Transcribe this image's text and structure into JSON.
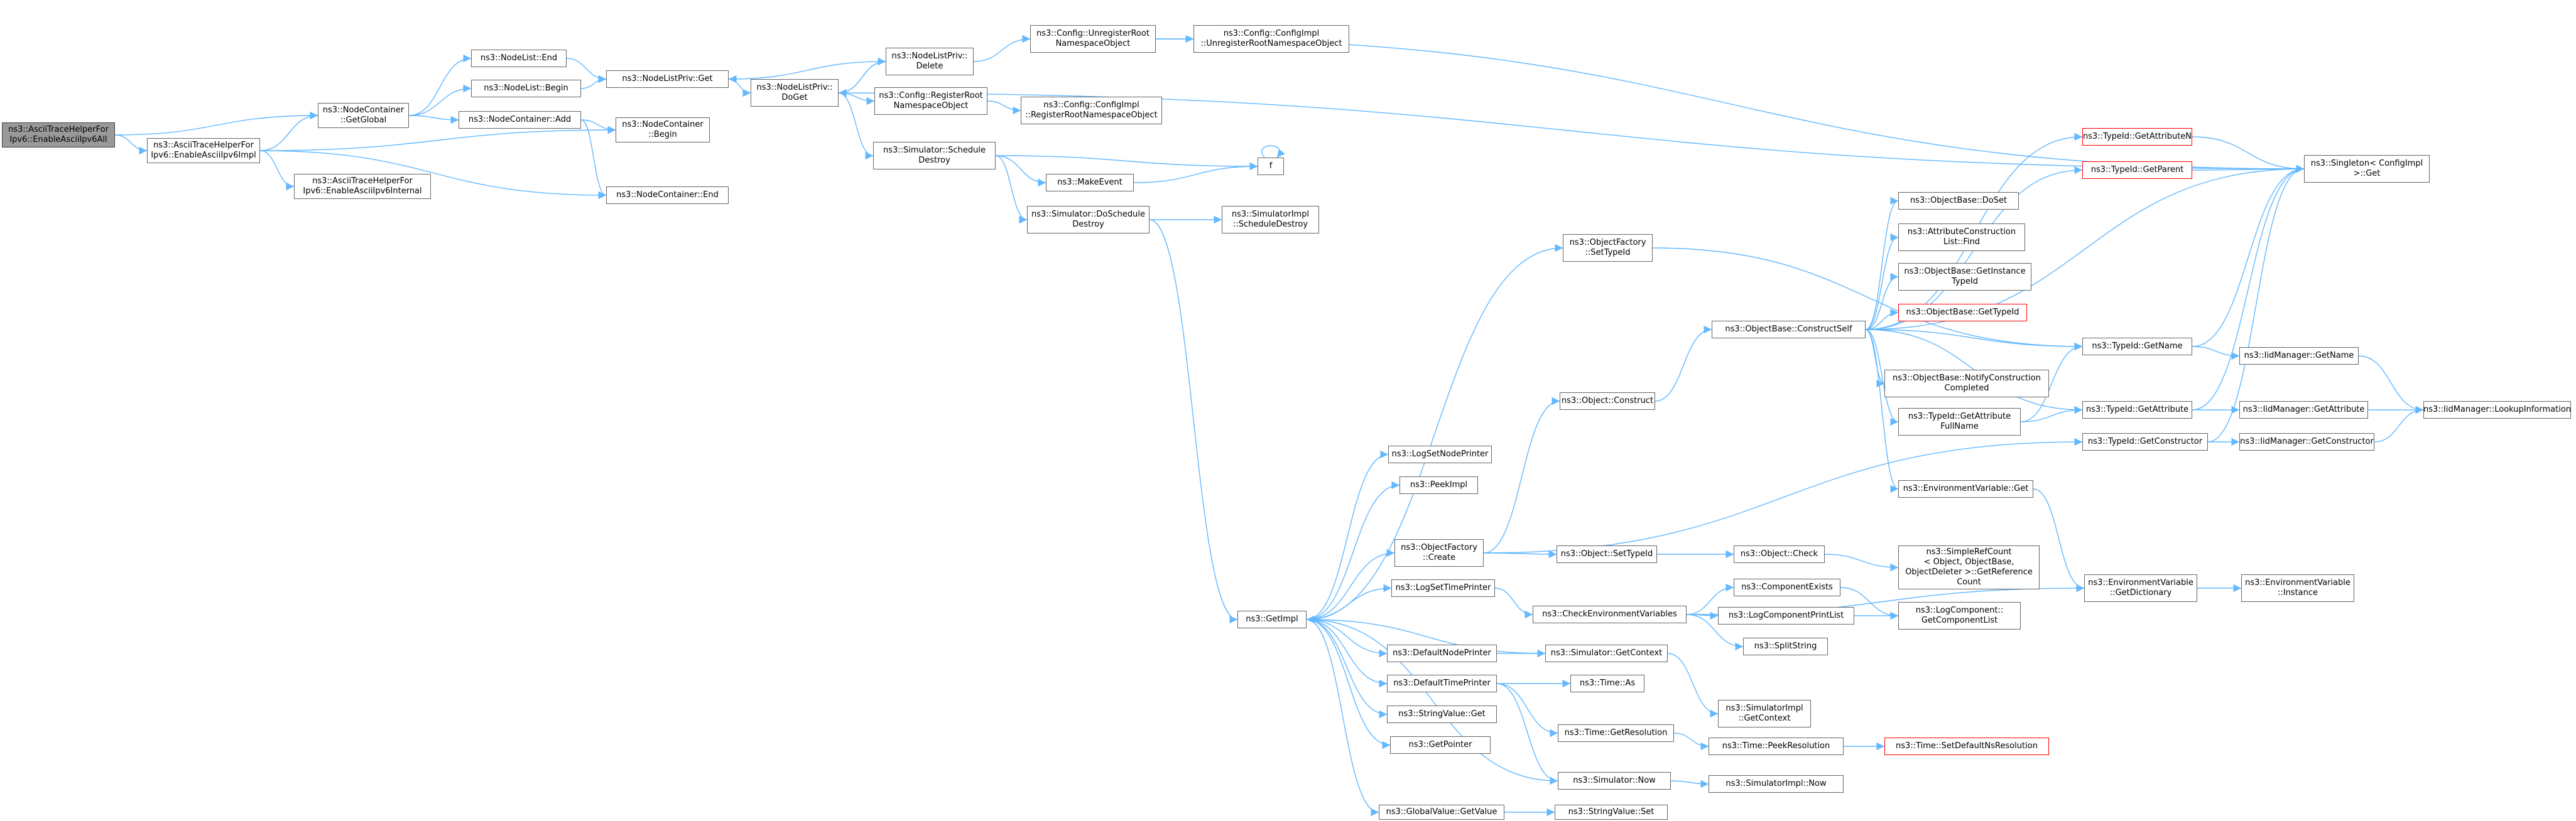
{
  "graph": {
    "colors": {
      "edge": "#63b8ff",
      "node_border": "#666666",
      "root_fill": "#999999",
      "truncated_border": "#ff0000"
    },
    "nodes": {
      "root": {
        "lines": [
          "ns3::AsciiTraceHelperFor",
          "Ipv6::EnableAsciiIpv6All"
        ],
        "kind": "root"
      },
      "enableAsciiIpv6Impl": {
        "lines": [
          "ns3::AsciiTraceHelperFor",
          "Ipv6::EnableAsciiIpv6Impl"
        ]
      },
      "enableAsciiIpv6Internal": {
        "lines": [
          "ns3::AsciiTraceHelperFor",
          "Ipv6::EnableAsciiIpv6Internal"
        ]
      },
      "nodeContainerGetGlobal": {
        "lines": [
          "ns3::NodeContainer",
          "::GetGlobal"
        ]
      },
      "nodeContainerAdd": {
        "lines": [
          "ns3::NodeContainer::Add"
        ]
      },
      "nodeContainerBegin": {
        "lines": [
          "ns3::NodeContainer",
          "::Begin"
        ]
      },
      "nodeContainerEnd": {
        "lines": [
          "ns3::NodeContainer::End"
        ]
      },
      "nodeListEnd": {
        "lines": [
          "ns3::NodeList::End"
        ]
      },
      "nodeListBegin": {
        "lines": [
          "ns3::NodeList::Begin"
        ]
      },
      "nodeListPrivGet": {
        "lines": [
          "ns3::NodeListPriv::Get"
        ]
      },
      "nodeListPrivDoGet": {
        "lines": [
          "ns3::NodeListPriv::",
          "DoGet"
        ]
      },
      "nodeListPrivDelete": {
        "lines": [
          "ns3::NodeListPriv::",
          "Delete"
        ]
      },
      "configUnregisterRoot": {
        "lines": [
          "ns3::Config::UnregisterRoot",
          "NamespaceObject"
        ]
      },
      "configImplUnregister": {
        "lines": [
          "ns3::Config::ConfigImpl",
          "::UnregisterRootNamespaceObject"
        ]
      },
      "configRegisterRoot": {
        "lines": [
          "ns3::Config::RegisterRoot",
          "NamespaceObject"
        ]
      },
      "configImplRegister": {
        "lines": [
          "ns3::Config::ConfigImpl",
          "::RegisterRootNamespaceObject"
        ]
      },
      "simulatorScheduleDestroy": {
        "lines": [
          "ns3::Simulator::Schedule",
          "Destroy"
        ]
      },
      "makeEvent": {
        "lines": [
          "ns3::MakeEvent"
        ]
      },
      "f": {
        "lines": [
          "f"
        ]
      },
      "simulatorDoScheduleDestroy": {
        "lines": [
          "ns3::Simulator::DoSchedule",
          "Destroy"
        ]
      },
      "simulatorImplScheduleDestroy": {
        "lines": [
          "ns3::SimulatorImpl",
          "::ScheduleDestroy"
        ]
      },
      "singletonGet": {
        "lines": [
          "ns3::Singleton< ConfigImpl",
          " >::Get"
        ]
      },
      "typeIdGetAttributeN": {
        "lines": [
          "ns3::TypeId::GetAttributeN"
        ],
        "kind": "truncated"
      },
      "typeIdGetParent": {
        "lines": [
          "ns3::TypeId::GetParent"
        ],
        "kind": "truncated"
      },
      "objectFactorySetTypeId": {
        "lines": [
          "ns3::ObjectFactory",
          "::SetTypeId"
        ]
      },
      "objectBaseDoSet": {
        "lines": [
          "ns3::ObjectBase::DoSet"
        ]
      },
      "attributeConstructionListFind": {
        "lines": [
          "ns3::AttributeConstruction",
          "List::Find"
        ]
      },
      "objectBaseGetInstanceTypeId": {
        "lines": [
          "ns3::ObjectBase::GetInstance",
          "TypeId"
        ]
      },
      "objectBaseGetTypeId": {
        "lines": [
          "ns3::ObjectBase::GetTypeId"
        ],
        "kind": "truncated"
      },
      "objectBaseConstructSelf": {
        "lines": [
          "ns3::ObjectBase::ConstructSelf"
        ]
      },
      "typeIdGetName": {
        "lines": [
          "ns3::TypeId::GetName"
        ]
      },
      "iidManagerGetName": {
        "lines": [
          "ns3::IidManager::GetName"
        ]
      },
      "objectBaseNotifyConstructionCompleted": {
        "lines": [
          "ns3::ObjectBase::NotifyConstruction",
          "Completed"
        ]
      },
      "typeIdGetAttributeFullName": {
        "lines": [
          "ns3::TypeId::GetAttribute",
          "FullName"
        ]
      },
      "typeIdGetAttribute": {
        "lines": [
          "ns3::TypeId::GetAttribute"
        ]
      },
      "iidManagerGetAttribute": {
        "lines": [
          "ns3::IidManager::GetAttribute"
        ]
      },
      "iidManagerLookupInformation": {
        "lines": [
          "ns3::IidManager::LookupInformation"
        ]
      },
      "typeIdGetConstructor": {
        "lines": [
          "ns3::TypeId::GetConstructor"
        ]
      },
      "iidManagerGetConstructor": {
        "lines": [
          "ns3::IidManager::GetConstructor"
        ]
      },
      "objectConstruct": {
        "lines": [
          "ns3::Object::Construct"
        ]
      },
      "environmentVariableGet": {
        "lines": [
          "ns3::EnvironmentVariable::Get"
        ]
      },
      "logSetNodePrinter": {
        "lines": [
          "ns3::LogSetNodePrinter"
        ]
      },
      "peekImpl": {
        "lines": [
          "ns3::PeekImpl"
        ]
      },
      "objectFactoryCreate": {
        "lines": [
          "ns3::ObjectFactory",
          "::Create"
        ]
      },
      "objectSetTypeId": {
        "lines": [
          "ns3::Object::SetTypeId"
        ]
      },
      "objectCheck": {
        "lines": [
          "ns3::Object::Check"
        ]
      },
      "simpleRefCount": {
        "lines": [
          "ns3::SimpleRefCount",
          "< Object, ObjectBase,",
          " ObjectDeleter >::GetReference",
          "Count"
        ]
      },
      "environmentVariableGetDictionary": {
        "lines": [
          "ns3::EnvironmentVariable",
          "::GetDictionary"
        ]
      },
      "environmentVariableInstance": {
        "lines": [
          "ns3::EnvironmentVariable",
          "::Instance"
        ]
      },
      "logSetTimePrinter": {
        "lines": [
          "ns3::LogSetTimePrinter"
        ]
      },
      "checkEnvironmentVariables": {
        "lines": [
          "ns3::CheckEnvironmentVariables"
        ]
      },
      "componentExists": {
        "lines": [
          "ns3::ComponentExists"
        ]
      },
      "logComponentPrintList": {
        "lines": [
          "ns3::LogComponentPrintList"
        ]
      },
      "logComponentGetComponentList": {
        "lines": [
          "ns3::LogComponent::",
          "GetComponentList"
        ]
      },
      "splitString": {
        "lines": [
          "ns3::SplitString"
        ]
      },
      "getImpl": {
        "lines": [
          "ns3::GetImpl"
        ]
      },
      "defaultNodePrinter": {
        "lines": [
          "ns3::DefaultNodePrinter"
        ]
      },
      "simulatorGetContext": {
        "lines": [
          "ns3::Simulator::GetContext"
        ]
      },
      "defaultTimePrinter": {
        "lines": [
          "ns3::DefaultTimePrinter"
        ]
      },
      "timeAs": {
        "lines": [
          "ns3::Time::As"
        ]
      },
      "simulatorImplGetContext": {
        "lines": [
          "ns3::SimulatorImpl",
          "::GetContext"
        ]
      },
      "stringValueGet": {
        "lines": [
          "ns3::StringValue::Get"
        ]
      },
      "timeGetResolution": {
        "lines": [
          "ns3::Time::GetResolution"
        ]
      },
      "timePeekResolution": {
        "lines": [
          "ns3::Time::PeekResolution"
        ]
      },
      "timeSetDefaultNsResolution": {
        "lines": [
          "ns3::Time::SetDefaultNsResolution"
        ],
        "kind": "truncated"
      },
      "getPointer": {
        "lines": [
          "ns3::GetPointer"
        ]
      },
      "simulatorNow": {
        "lines": [
          "ns3::Simulator::Now"
        ]
      },
      "simulatorImplNow": {
        "lines": [
          "ns3::SimulatorImpl::Now"
        ]
      },
      "globalValueGetValue": {
        "lines": [
          "ns3::GlobalValue::GetValue"
        ]
      },
      "stringValueSet": {
        "lines": [
          "ns3::StringValue::Set"
        ]
      }
    },
    "edges": [
      [
        "root",
        "nodeContainerGetGlobal"
      ],
      [
        "root",
        "enableAsciiIpv6Impl"
      ],
      [
        "enableAsciiIpv6Impl",
        "nodeContainerGetGlobal"
      ],
      [
        "enableAsciiIpv6Impl",
        "nodeContainerBegin"
      ],
      [
        "enableAsciiIpv6Impl",
        "enableAsciiIpv6Internal"
      ],
      [
        "enableAsciiIpv6Impl",
        "nodeContainerEnd"
      ],
      [
        "nodeContainerGetGlobal",
        "nodeListEnd"
      ],
      [
        "nodeContainerGetGlobal",
        "nodeListBegin"
      ],
      [
        "nodeContainerGetGlobal",
        "nodeContainerAdd"
      ],
      [
        "nodeContainerAdd",
        "nodeContainerBegin"
      ],
      [
        "nodeContainerAdd",
        "nodeContainerEnd"
      ],
      [
        "nodeListEnd",
        "nodeListPrivGet"
      ],
      [
        "nodeListBegin",
        "nodeListPrivGet"
      ],
      [
        "nodeListPrivGet",
        "nodeListPrivDoGet"
      ],
      [
        "nodeListPrivDoGet",
        "nodeListPrivDelete"
      ],
      [
        "nodeListPrivDoGet",
        "configRegisterRoot"
      ],
      [
        "nodeListPrivDoGet",
        "simulatorScheduleDestroy"
      ],
      [
        "nodeListPrivDoGet",
        "singletonGet"
      ],
      [
        "nodeListPrivDelete",
        "nodeListPrivGet"
      ],
      [
        "nodeListPrivDelete",
        "nodeListPrivDoGet"
      ],
      [
        "nodeListPrivDelete",
        "configUnregisterRoot"
      ],
      [
        "configUnregisterRoot",
        "configImplUnregister"
      ],
      [
        "configUnregisterRoot",
        "singletonGet"
      ],
      [
        "configRegisterRoot",
        "configImplRegister"
      ],
      [
        "simulatorScheduleDestroy",
        "f"
      ],
      [
        "simulatorScheduleDestroy",
        "makeEvent"
      ],
      [
        "simulatorScheduleDestroy",
        "simulatorDoScheduleDestroy"
      ],
      [
        "makeEvent",
        "f"
      ],
      [
        "f",
        "f"
      ],
      [
        "simulatorDoScheduleDestroy",
        "simulatorImplScheduleDestroy"
      ],
      [
        "simulatorDoScheduleDestroy",
        "getImpl"
      ],
      [
        "getImpl",
        "logSetNodePrinter"
      ],
      [
        "getImpl",
        "peekImpl"
      ],
      [
        "getImpl",
        "objectFactoryCreate"
      ],
      [
        "getImpl",
        "logSetTimePrinter"
      ],
      [
        "getImpl",
        "defaultNodePrinter"
      ],
      [
        "getImpl",
        "defaultTimePrinter"
      ],
      [
        "getImpl",
        "stringValueGet"
      ],
      [
        "getImpl",
        "getPointer"
      ],
      [
        "getImpl",
        "globalValueGetValue"
      ],
      [
        "getImpl",
        "objectFactorySetTypeId"
      ],
      [
        "simulatorGetContext",
        "getImpl"
      ],
      [
        "simulatorNow",
        "getImpl"
      ],
      [
        "objectFactorySetTypeId",
        "typeIdGetName"
      ],
      [
        "objectFactoryCreate",
        "objectConstruct"
      ],
      [
        "objectFactoryCreate",
        "objectSetTypeId"
      ],
      [
        "objectFactoryCreate",
        "typeIdGetConstructor"
      ],
      [
        "objectConstruct",
        "objectBaseConstructSelf"
      ],
      [
        "objectBaseConstructSelf",
        "typeIdGetAttributeN"
      ],
      [
        "objectBaseConstructSelf",
        "typeIdGetParent"
      ],
      [
        "objectBaseConstructSelf",
        "objectBaseDoSet"
      ],
      [
        "objectBaseConstructSelf",
        "attributeConstructionListFind"
      ],
      [
        "objectBaseConstructSelf",
        "objectBaseGetInstanceTypeId"
      ],
      [
        "objectBaseConstructSelf",
        "objectBaseGetTypeId"
      ],
      [
        "objectBaseConstructSelf",
        "typeIdGetName"
      ],
      [
        "objectBaseConstructSelf",
        "objectBaseNotifyConstructionCompleted"
      ],
      [
        "objectBaseConstructSelf",
        "typeIdGetAttributeFullName"
      ],
      [
        "objectBaseConstructSelf",
        "typeIdGetAttribute"
      ],
      [
        "objectBaseConstructSelf",
        "environmentVariableGet"
      ],
      [
        "objectBaseConstructSelf",
        "singletonGet"
      ],
      [
        "typeIdGetAttributeN",
        "singletonGet"
      ],
      [
        "typeIdGetParent",
        "singletonGet"
      ],
      [
        "typeIdGetName",
        "iidManagerGetName"
      ],
      [
        "typeIdGetName",
        "singletonGet"
      ],
      [
        "iidManagerGetName",
        "iidManagerLookupInformation"
      ],
      [
        "typeIdGetAttributeFullName",
        "typeIdGetName"
      ],
      [
        "typeIdGetAttributeFullName",
        "typeIdGetAttribute"
      ],
      [
        "typeIdGetAttribute",
        "iidManagerGetAttribute"
      ],
      [
        "typeIdGetAttribute",
        "singletonGet"
      ],
      [
        "iidManagerGetAttribute",
        "iidManagerLookupInformation"
      ],
      [
        "typeIdGetConstructor",
        "iidManagerGetConstructor"
      ],
      [
        "typeIdGetConstructor",
        "singletonGet"
      ],
      [
        "iidManagerGetConstructor",
        "iidManagerLookupInformation"
      ],
      [
        "environmentVariableGet",
        "environmentVariableGetDictionary"
      ],
      [
        "environmentVariableGetDictionary",
        "environmentVariableInstance"
      ],
      [
        "objectSetTypeId",
        "objectCheck"
      ],
      [
        "objectCheck",
        "simpleRefCount"
      ],
      [
        "logSetTimePrinter",
        "checkEnvironmentVariables"
      ],
      [
        "checkEnvironmentVariables",
        "componentExists"
      ],
      [
        "checkEnvironmentVariables",
        "logComponentPrintList"
      ],
      [
        "checkEnvironmentVariables",
        "splitString"
      ],
      [
        "checkEnvironmentVariables",
        "environmentVariableGetDictionary"
      ],
      [
        "componentExists",
        "logComponentGetComponentList"
      ],
      [
        "logComponentPrintList",
        "logComponentGetComponentList"
      ],
      [
        "defaultNodePrinter",
        "simulatorGetContext"
      ],
      [
        "simulatorGetContext",
        "simulatorImplGetContext"
      ],
      [
        "defaultTimePrinter",
        "timeAs"
      ],
      [
        "defaultTimePrinter",
        "timeGetResolution"
      ],
      [
        "defaultTimePrinter",
        "simulatorNow"
      ],
      [
        "timeGetResolution",
        "timePeekResolution"
      ],
      [
        "timePeekResolution",
        "timeSetDefaultNsResolution"
      ],
      [
        "simulatorNow",
        "simulatorImplNow"
      ],
      [
        "globalValueGetValue",
        "stringValueSet"
      ]
    ]
  }
}
